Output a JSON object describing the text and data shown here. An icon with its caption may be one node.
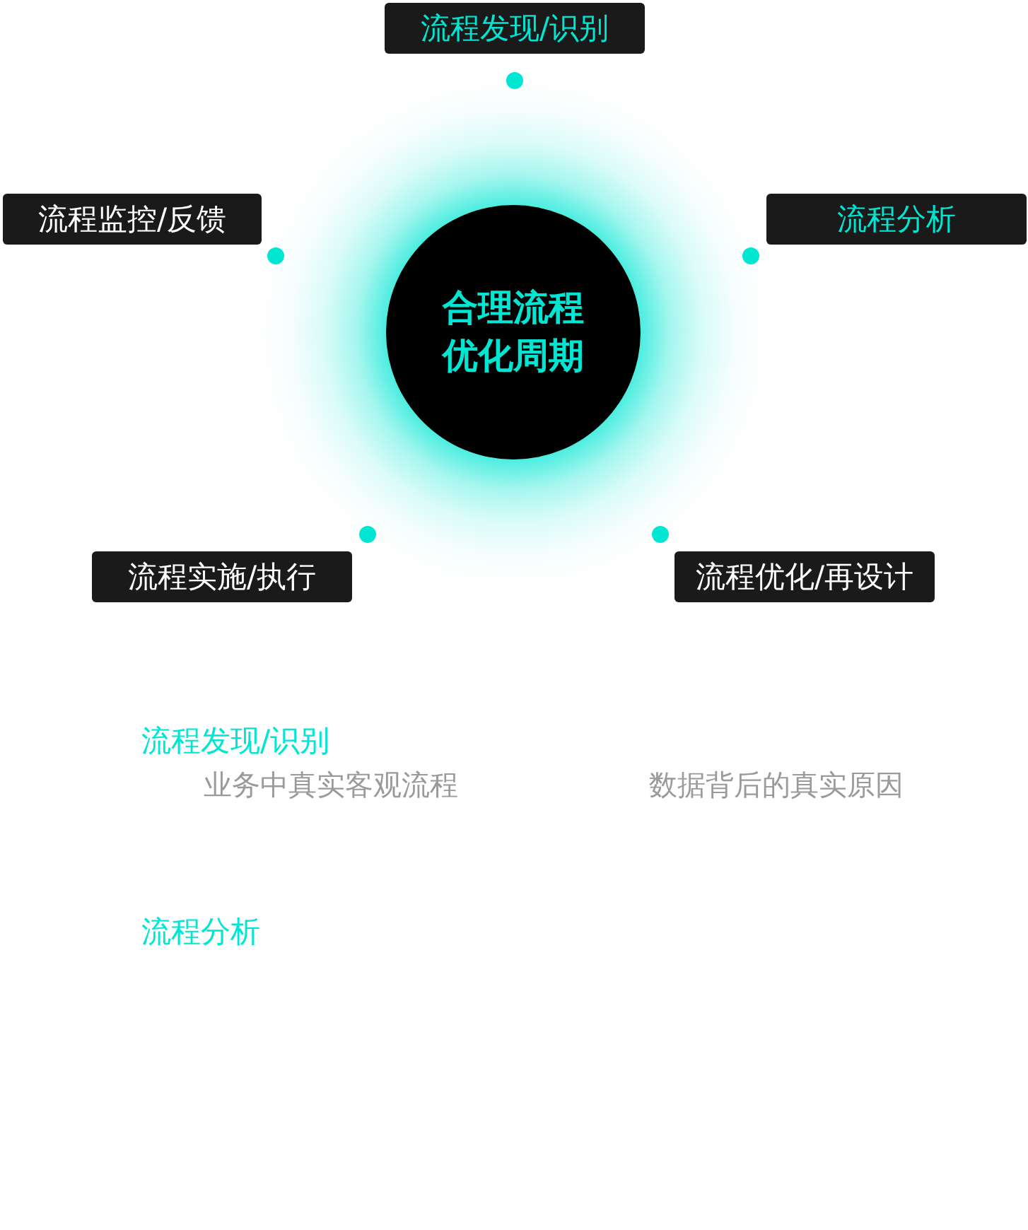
{
  "diagram": {
    "nodes": [
      {
        "text": [
          "流程发现/识别"
        ]
      },
      {
        "text": [
          "流程监控/反馈"
        ]
      },
      {
        "text": [
          "流程分析"
        ]
      },
      {
        "text": [
          "合理流程优化周期"
        ]
      },
      {
        "text": [
          "流程实施/执行"
        ]
      },
      {
        "text": [
          "流程优化/再设计"
        ]
      }
    ],
    "labels": [
      "流程发现/识别",
      "业务中真实客观流程",
      "数据背后的真实原因",
      "流程分析"
    ]
  }
}
